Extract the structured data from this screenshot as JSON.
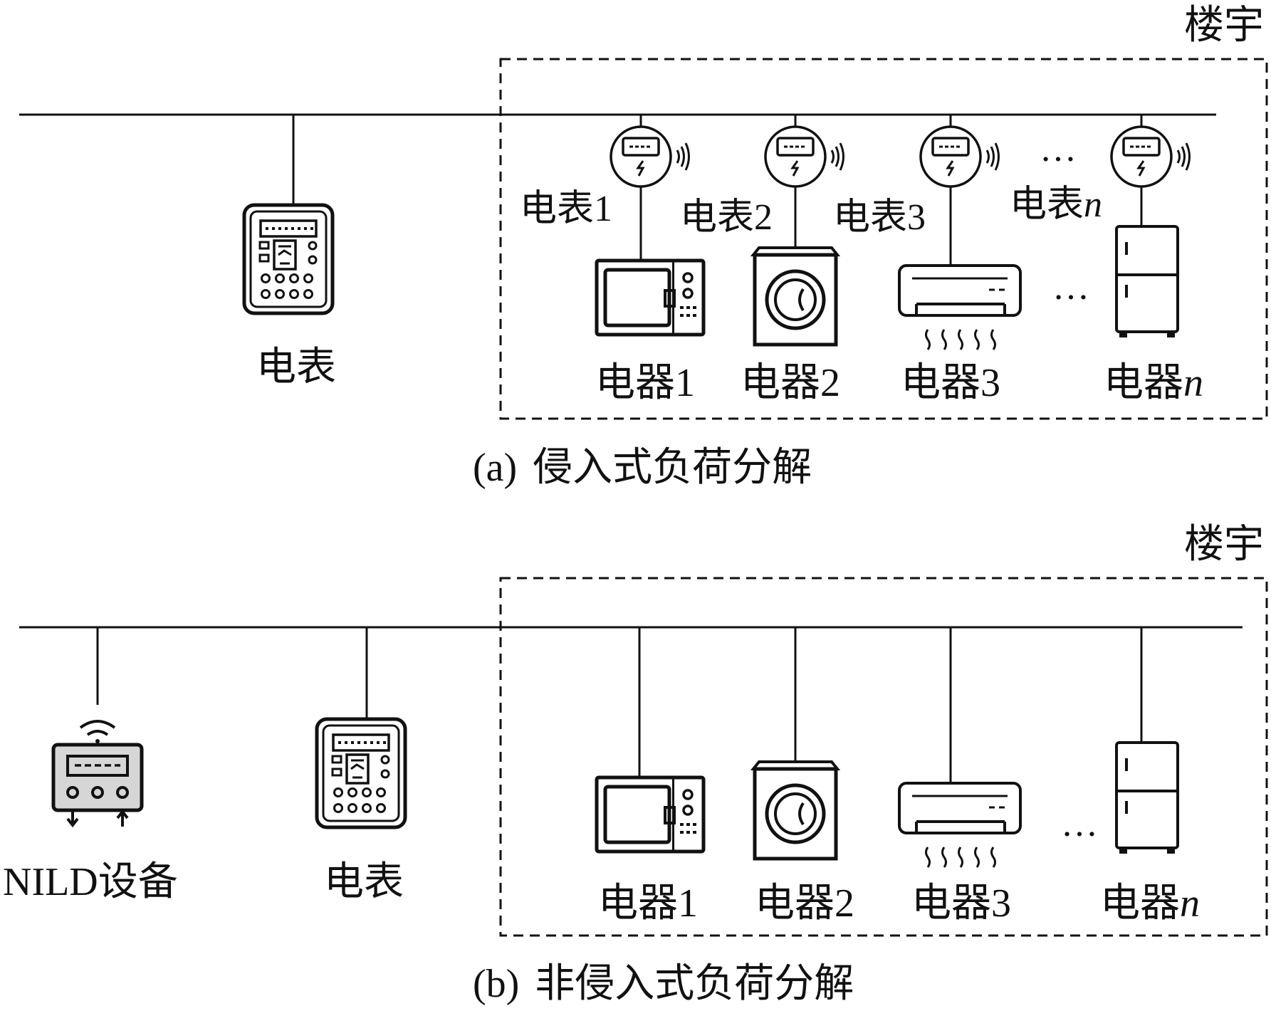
{
  "panel_a": {
    "building_label": "楼宇",
    "main_meter_label": "电表",
    "submeters": [
      {
        "name": "电表",
        "num": "1"
      },
      {
        "name": "电表",
        "num": "2"
      },
      {
        "name": "电表",
        "num": "3"
      },
      {
        "name": "电表",
        "num": "n"
      }
    ],
    "appliances": [
      {
        "name": "电器",
        "num": "1",
        "icon": "microwave-icon"
      },
      {
        "name": "电器",
        "num": "2",
        "icon": "washing-machine-icon"
      },
      {
        "name": "电器",
        "num": "3",
        "icon": "air-conditioner-icon"
      },
      {
        "name": "电器",
        "num": "n",
        "icon": "refrigerator-icon"
      }
    ],
    "ellipsis": "…",
    "caption_prefix": "(a)",
    "caption_text": "侵入式负荷分解"
  },
  "panel_b": {
    "building_label": "楼宇",
    "nild_label": "NILD设备",
    "main_meter_label": "电表",
    "appliances": [
      {
        "name": "电器",
        "num": "1",
        "icon": "microwave-icon"
      },
      {
        "name": "电器",
        "num": "2",
        "icon": "washing-machine-icon"
      },
      {
        "name": "电器",
        "num": "3",
        "icon": "air-conditioner-icon"
      },
      {
        "name": "电器",
        "num": "n",
        "icon": "refrigerator-icon"
      }
    ],
    "ellipsis": "…",
    "caption_prefix": "(b)",
    "caption_text": "非侵入式负荷分解"
  },
  "colors": {
    "ink": "#111111",
    "device_fill": "#d6d6d6",
    "background": "#ffffff"
  }
}
